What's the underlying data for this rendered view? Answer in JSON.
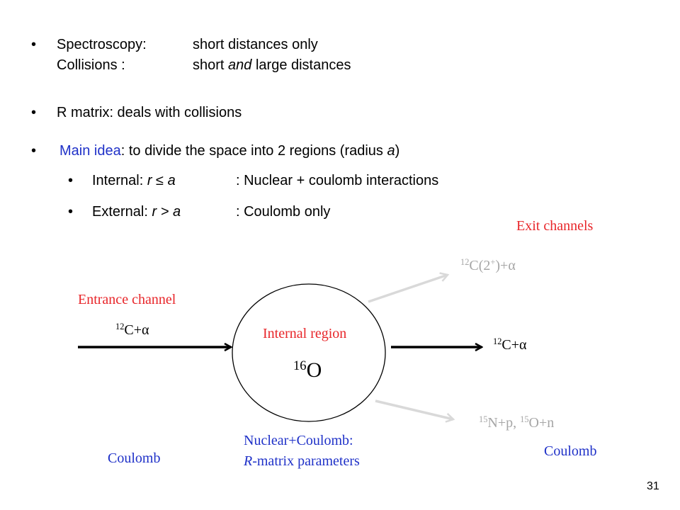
{
  "slide": {
    "bullets": {
      "b1_label1": "Spectroscopy:",
      "b1_value1": "short distances only",
      "b1_label2": "Collisions :",
      "b1_value2_pre": "short ",
      "b1_value2_em": "and",
      "b1_value2_post": " large distances",
      "b2_text": "R matrix: deals with collisions",
      "b3_lead": "Main idea",
      "b3_rest": ": to divide the space into 2 regions (radius ",
      "b3_var": "a",
      "b3_close": ")",
      "sub1_label": "Internal: ",
      "sub1_expr": "r ≤ a",
      "sub1_desc": ": Nuclear + coulomb interactions",
      "sub2_label": "External: ",
      "sub2_expr": "r > a",
      "sub2_desc": ": Coulomb only"
    },
    "diagram": {
      "exit_channels": "Exit channels",
      "entrance_channel": "Entrance channel",
      "internal_region": "Internal region",
      "nucleus_mass": "16",
      "nucleus_symbol": "O",
      "entrance_reactant_mass": "12",
      "entrance_reactant_rest": "C+",
      "exit_top_mass": "12",
      "exit_top_rest_a": "C(2",
      "exit_top_charge": "+",
      "exit_top_rest_b": ")+",
      "exit_mid_mass": "12",
      "exit_mid_rest": "C+",
      "exit_bot_mass1": "15",
      "exit_bot_rest1": "N+p, ",
      "exit_bot_mass2": "15",
      "exit_bot_rest2": "O+n",
      "alpha_symbol": "α",
      "coulomb_left": "Coulomb",
      "coulomb_right": "Coulomb",
      "nuclear_coulomb": "Nuclear+Coulomb:",
      "rmatrix_em": "R",
      "rmatrix_rest": "-matrix parameters"
    },
    "page_number": "31",
    "colors": {
      "red": "#e8262a",
      "blue": "#1f31c8",
      "gray_arrow": "#d9d9d9",
      "black": "#000000"
    }
  }
}
